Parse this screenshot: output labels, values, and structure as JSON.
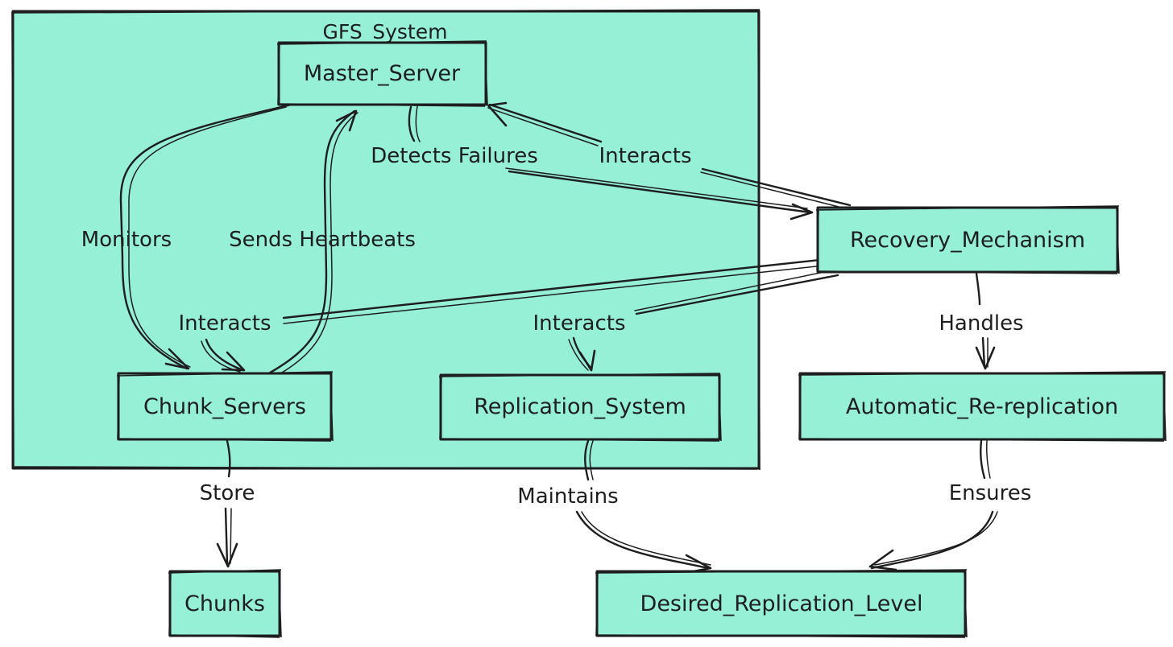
{
  "colors": {
    "fill": "#96f0d6",
    "stroke": "#1e1e1e",
    "background": "#ffffff"
  },
  "group": {
    "label": "GFS_System"
  },
  "nodes": {
    "master_server": "Master_Server",
    "recovery_mechanism": "Recovery_Mechanism",
    "chunk_servers": "Chunk_Servers",
    "replication_system": "Replication_System",
    "automatic_re_replication": "Automatic_Re-replication",
    "chunks": "Chunks",
    "desired_replication_level": "Desired_Replication_Level"
  },
  "edges": {
    "monitors": "Monitors",
    "sends_heartbeats": "Sends Heartbeats",
    "detects_failures": "Detects Failures",
    "interacts_master_recovery": "Interacts",
    "interacts_recovery_chunk": "Interacts",
    "interacts_recovery_replication": "Interacts",
    "handles": "Handles",
    "store": "Store",
    "maintains": "Maintains",
    "ensures": "Ensures"
  }
}
